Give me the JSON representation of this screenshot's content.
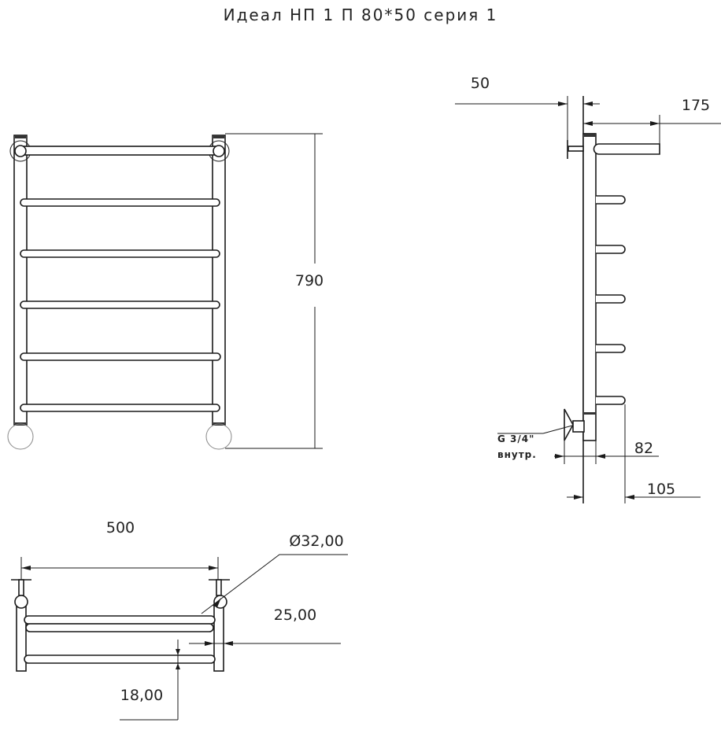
{
  "title": "Идеал НП 1 П 80*50 серия 1",
  "front_view": {
    "height_label": "790"
  },
  "side_view": {
    "wall_offset_label": "50",
    "top_depth_label": "175",
    "thread_label": "G 3/4\"",
    "thread_note": "внутр.",
    "connection_depth_label": "82",
    "rail_depth_label": "105"
  },
  "top_view": {
    "width_label": "500",
    "pipe_diameter_label": "Ø32,00",
    "gap_label": "25,00",
    "rail_diameter_label": "18,00"
  }
}
